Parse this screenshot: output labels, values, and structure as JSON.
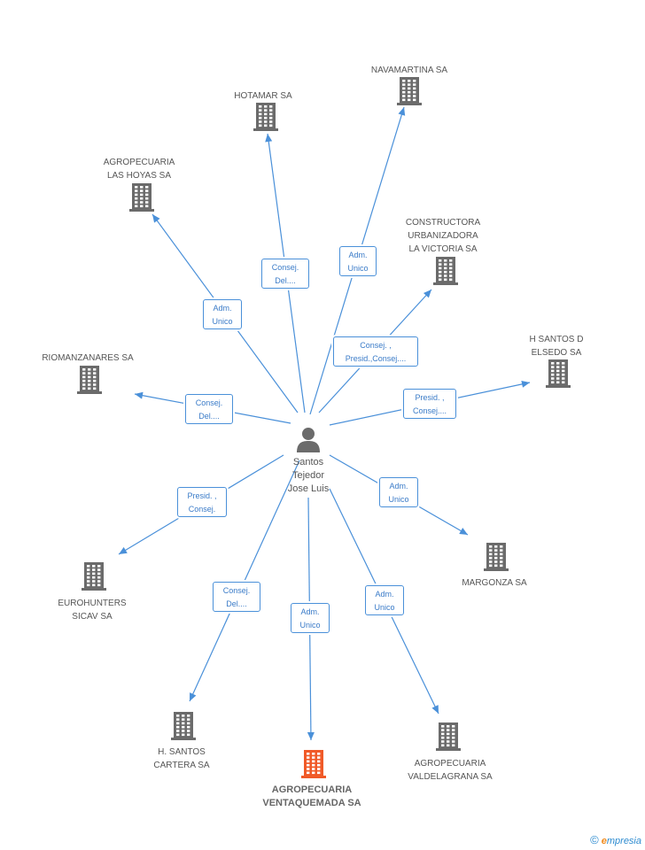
{
  "center": {
    "name": "Santos\nTejedor\nJose Luis",
    "icon": "person-icon"
  },
  "colors": {
    "edge": "#4a90d9",
    "building": "#6b6b6b",
    "highlight": "#f05a28",
    "brand": "#2d8bd0"
  },
  "nodes": [
    {
      "id": "navamartina",
      "label": "NAVAMARTINA SA",
      "highlight": false,
      "icon": "building-icon"
    },
    {
      "id": "hotamar",
      "label": "HOTAMAR SA",
      "highlight": false,
      "icon": "building-icon"
    },
    {
      "id": "agro-hoyas",
      "label": "AGROPECUARIA\nLAS HOYAS SA",
      "highlight": false,
      "icon": "building-icon"
    },
    {
      "id": "constructora",
      "label": "CONSTRUCTORA\nURBANIZADORA\nLA VICTORIA SA",
      "highlight": false,
      "icon": "building-icon"
    },
    {
      "id": "hsantosd",
      "label": "H SANTOS D\nELSEDO SA",
      "highlight": false,
      "icon": "building-icon"
    },
    {
      "id": "riomanzanares",
      "label": "RIOMANZANARES SA",
      "highlight": false,
      "icon": "building-icon"
    },
    {
      "id": "margonza",
      "label": "MARGONZA SA",
      "highlight": false,
      "icon": "building-icon"
    },
    {
      "id": "eurohunters",
      "label": "EUROHUNTERS\nSICAV SA",
      "highlight": false,
      "icon": "building-icon"
    },
    {
      "id": "hsantos-cartera",
      "label": "H. SANTOS\nCARTERA SA",
      "highlight": false,
      "icon": "building-icon"
    },
    {
      "id": "ventaquemada",
      "label": "AGROPECUARIA\nVENTAQUEMADA SA",
      "highlight": true,
      "icon": "building-icon"
    },
    {
      "id": "valdelagrana",
      "label": "AGROPECUARIA\nVALDELAGRANA SA",
      "highlight": false,
      "icon": "building-icon"
    }
  ],
  "edges": [
    {
      "to": "navamartina",
      "label": "Adm.\nUnico"
    },
    {
      "to": "hotamar",
      "label": "Consej.\nDel...."
    },
    {
      "to": "agro-hoyas",
      "label": "Adm.\nUnico"
    },
    {
      "to": "constructora",
      "label": "Consej. ,\nPresid.,Consej...."
    },
    {
      "to": "hsantosd",
      "label": "Presid. ,\nConsej...."
    },
    {
      "to": "riomanzanares",
      "label": "Consej.\nDel...."
    },
    {
      "to": "margonza",
      "label": "Adm.\nUnico"
    },
    {
      "to": "eurohunters",
      "label": "Presid. ,\nConsej."
    },
    {
      "to": "hsantos-cartera",
      "label": "Consej.\nDel...."
    },
    {
      "to": "ventaquemada",
      "label": "Adm.\nUnico"
    },
    {
      "to": "valdelagrana",
      "label": "Adm.\nUnico"
    }
  ],
  "footer": {
    "copyright": "©",
    "brand_initial": "e",
    "brand_rest": "mpresia"
  }
}
